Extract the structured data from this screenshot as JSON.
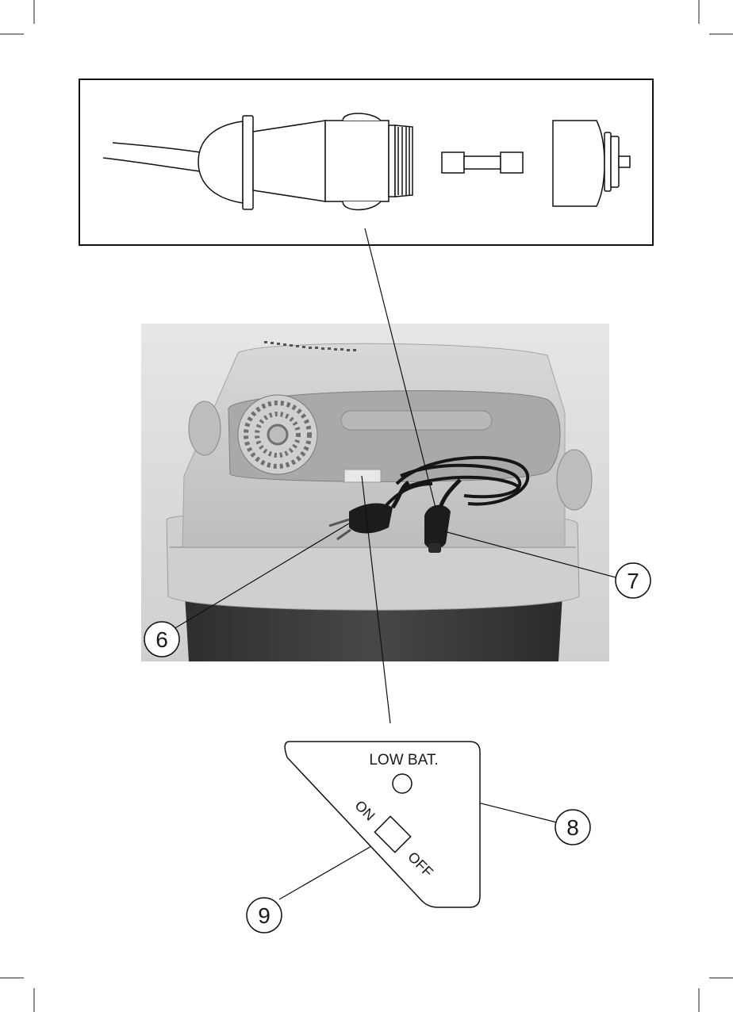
{
  "callouts": {
    "six": "6",
    "seven": "7",
    "eight": "8",
    "nine": "9"
  },
  "panel": {
    "indicator_label": "LOW BAT.",
    "switch_on_label": "ON",
    "switch_off_label": "OFF"
  },
  "colors": {
    "ink": "#1a1a1a",
    "photo_background": "#dcdcdc",
    "cooler_lid": "#c9c9c9",
    "cooler_body": "#3a3a3a"
  }
}
